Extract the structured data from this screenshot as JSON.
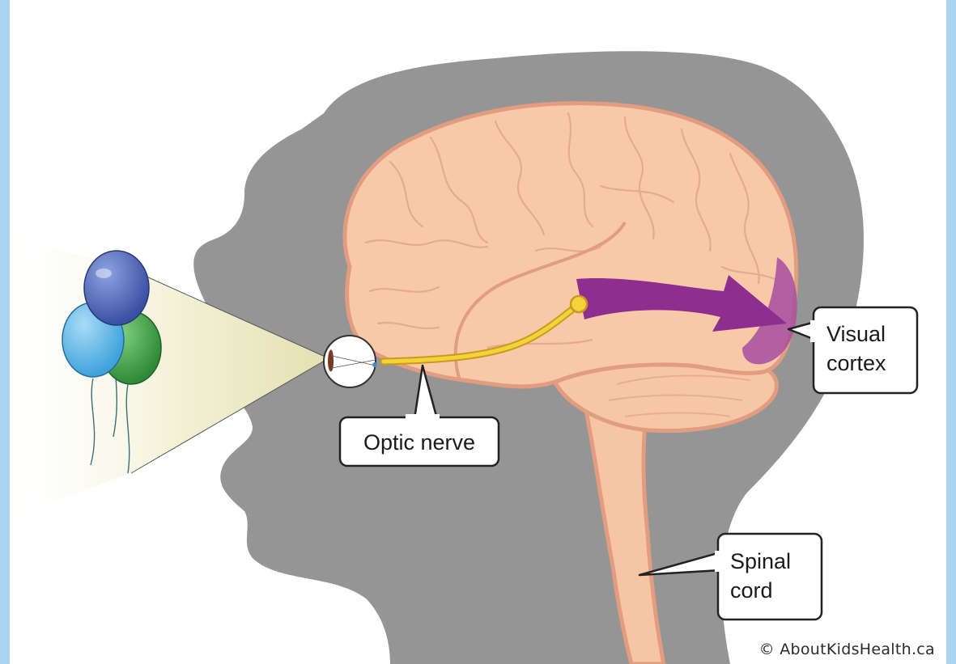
{
  "labels": {
    "optic_nerve": "Optic nerve",
    "visual_cortex_line1": "Visual",
    "visual_cortex_line2": "cortex",
    "spinal_cord_line1": "Spinal",
    "spinal_cord_line2": "cord"
  },
  "copyright": "© AboutKidsHealth.ca",
  "colors": {
    "frame": "#a9d3ee",
    "head_silhouette": "#959595",
    "brain": "#f7c7a6",
    "brain_outline": "#e29c7f",
    "optic_nerve": "#f3d23a",
    "visual_pathway": "#8f2e8e",
    "balloon_dark_blue": "#4d63b8",
    "balloon_light_blue": "#5bb6e6",
    "balloon_green": "#3b9a44",
    "view_cone": "#f1f0d2"
  }
}
